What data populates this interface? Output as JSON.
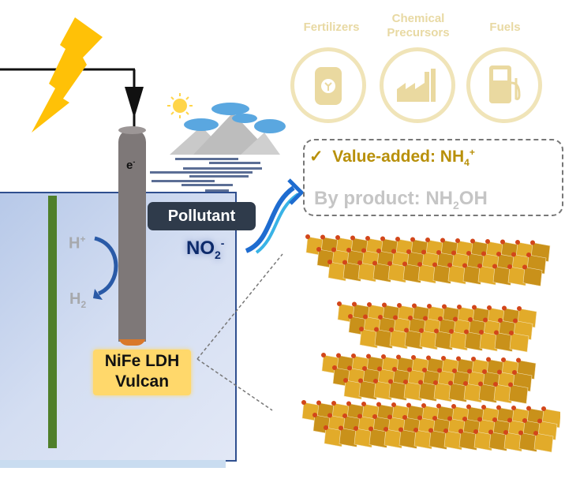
{
  "left_panel": {
    "electron_label": "e",
    "electron_charge": "-",
    "pollutant_label": "Pollutant",
    "nitrite": {
      "base": "NO",
      "subscript": "2",
      "charge": "-"
    },
    "hydrogen_ion": {
      "base": "H",
      "charge": "+"
    },
    "hydrogen_gas": {
      "base": "H",
      "subscript": "2"
    },
    "catalyst_line1": "NiFe LDH",
    "catalyst_line2": "Vulcan"
  },
  "products": [
    {
      "label": "Fertilizers",
      "icon": "fertilizer-bag-icon"
    },
    {
      "label_line1": "Chemical",
      "label_line2": "Precursors",
      "icon": "factory-icon"
    },
    {
      "label": "Fuels",
      "icon": "fuel-pump-icon"
    }
  ],
  "results_box": {
    "check": "✓",
    "value_added_prefix": "Value-added: NH",
    "value_added_sub": "4",
    "value_added_sup": "+",
    "byproduct_prefix": "By product: NH",
    "byproduct_sub": "2",
    "byproduct_suffix": "OH"
  },
  "colors": {
    "accent_gold": "#b8900a",
    "product_beige": "#e8d9a3",
    "electrolyte_blue": "#c8d6ee",
    "pollutant_dark": "#2f3b4b",
    "catalyst_yellow": "#ffd86b",
    "lightning": "#ffc107"
  }
}
